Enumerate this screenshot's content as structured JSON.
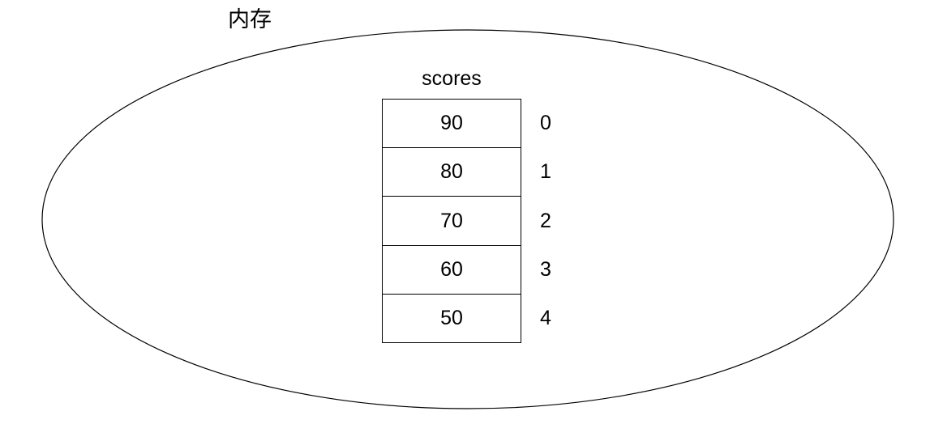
{
  "diagram": {
    "memory_label": "内存",
    "array_label": "scores",
    "cells": [
      {
        "value": "90",
        "index": "0"
      },
      {
        "value": "80",
        "index": "1"
      },
      {
        "value": "70",
        "index": "2"
      },
      {
        "value": "60",
        "index": "3"
      },
      {
        "value": "50",
        "index": "4"
      }
    ],
    "colors": {
      "stroke": "#000000",
      "text": "#000000",
      "background": "#ffffff"
    }
  }
}
